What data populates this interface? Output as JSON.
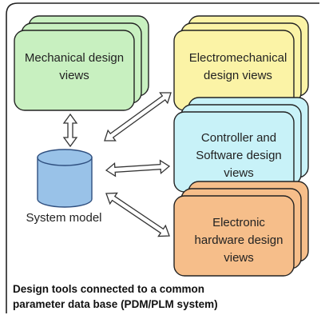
{
  "diagram": {
    "caption": "Design tools connected to a common\nparameter data base (PDM/PLM system)",
    "system_model": {
      "label": "System model",
      "fill": "#99c2e8",
      "stroke": "#2f4f7f"
    },
    "view_groups": [
      {
        "id": "mechanical",
        "label": "Mechanical design\nviews",
        "fill": "#c8f0c0"
      },
      {
        "id": "electromechanical",
        "label": "Electromechanical\ndesign views",
        "fill": "#fbf3a6"
      },
      {
        "id": "controller-software",
        "label": "Controller and\nSoftware design\nviews",
        "fill": "#c8f2f8"
      },
      {
        "id": "electronic-hardware",
        "label": "Electronic\nhardware design\nviews",
        "fill": "#f6be8a"
      }
    ],
    "colors": {
      "border": "#222222",
      "arrow_outline": "#333333",
      "arrow_fill": "#ffffff"
    }
  }
}
